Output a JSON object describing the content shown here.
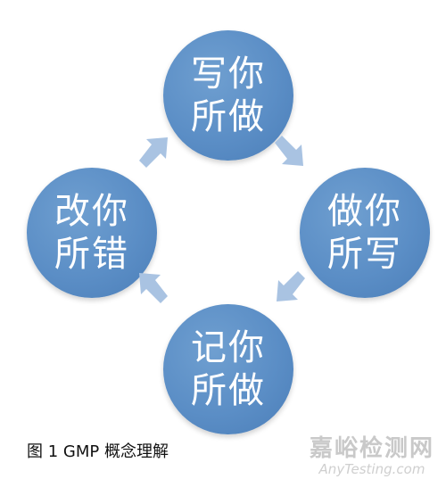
{
  "nodes": {
    "top": {
      "line1": "写你",
      "line2": "所做"
    },
    "right": {
      "line1": "做你",
      "line2": "所写"
    },
    "bottom": {
      "line1": "记你",
      "line2": "所做"
    },
    "left": {
      "line1": "改你",
      "line2": "所错"
    }
  },
  "caption": "图 1 GMP 概念理解",
  "watermark": {
    "cn": "嘉峪检测网",
    "en": "AnyTesting.com"
  },
  "colors": {
    "circle": "#5b8ec6",
    "arrow": "#a9c3e2",
    "text": "#ffffff"
  }
}
